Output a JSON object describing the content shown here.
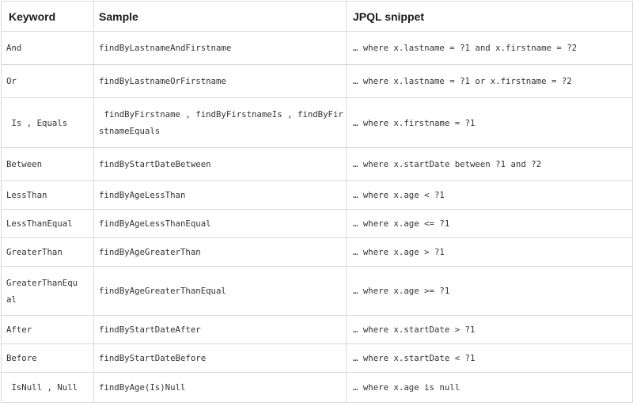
{
  "table": {
    "columns": [
      "Keyword",
      "Sample",
      "JPQL snippet"
    ],
    "rows": [
      {
        "keyword": "And",
        "sample": "findByLastnameAndFirstname",
        "jpql": "… where x.lastname = ?1 and x.firstname = ?2"
      },
      {
        "keyword": "Or",
        "sample": "findByLastnameOrFirstname",
        "jpql": "… where x.lastname = ?1 or x.firstname = ?2"
      },
      {
        "keyword": " Is , Equals",
        "sample": " findByFirstname , findByFirstnameIs , findByFirstnameEquals",
        "jpql": "… where x.firstname = ?1"
      },
      {
        "keyword": "Between",
        "sample": "findByStartDateBetween",
        "jpql": "… where x.startDate between ?1 and ?2"
      },
      {
        "keyword": "LessThan",
        "sample": "findByAgeLessThan",
        "jpql": "… where x.age < ?1"
      },
      {
        "keyword": "LessThanEqual",
        "sample": "findByAgeLessThanEqual",
        "jpql": "… where x.age <= ?1"
      },
      {
        "keyword": "GreaterThan",
        "sample": "findByAgeGreaterThan",
        "jpql": "… where x.age > ?1"
      },
      {
        "keyword": "GreaterThanEqual",
        "sample": "findByAgeGreaterThanEqual",
        "jpql": "… where x.age >= ?1"
      },
      {
        "keyword": "After",
        "sample": "findByStartDateAfter",
        "jpql": "… where x.startDate > ?1"
      },
      {
        "keyword": "Before",
        "sample": "findByStartDateBefore",
        "jpql": "… where x.startDate < ?1"
      },
      {
        "keyword": " IsNull , Null",
        "sample": "findByAge(Is)Null",
        "jpql": "… where x.age is null"
      }
    ]
  },
  "colors": {
    "border": "#d9d9d9",
    "header_text": "#1b1b1b",
    "body_text": "#333333",
    "background": "#ffffff"
  }
}
